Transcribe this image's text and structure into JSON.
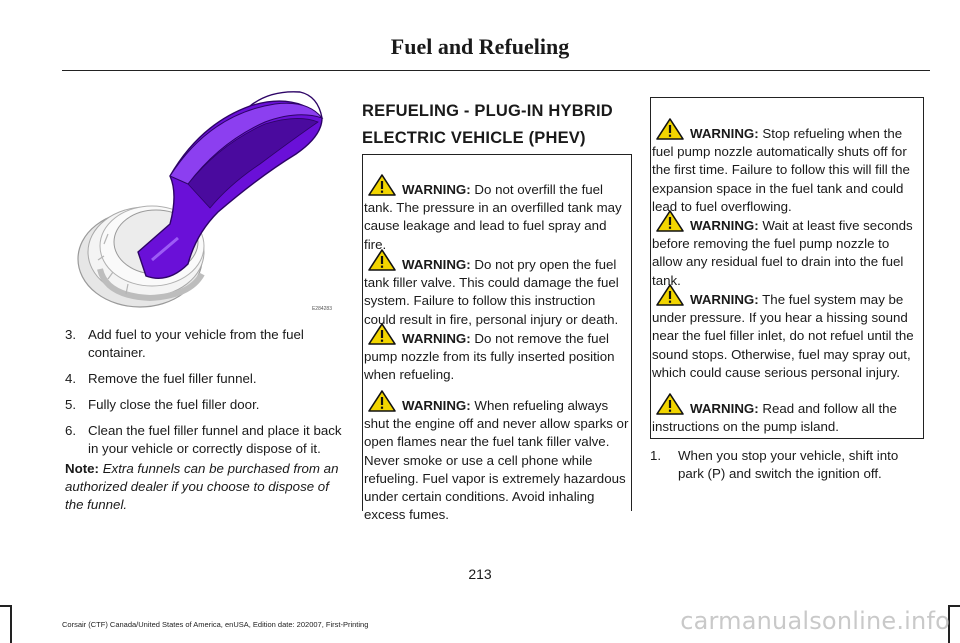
{
  "header": {
    "title": "Fuel and Refueling"
  },
  "figure": {
    "code": "E284283"
  },
  "steps": [
    {
      "number": "3.",
      "text": "Add fuel to your vehicle from the fuel container."
    },
    {
      "number": "4.",
      "text": "Remove the fuel filler funnel."
    },
    {
      "number": "5.",
      "text": "Fully close the fuel filler door."
    },
    {
      "number": "6.",
      "text": "Clean the fuel filler funnel and place it back in your vehicle or correctly dispose of it."
    }
  ],
  "note": {
    "label": "Note:",
    "text": "Extra funnels can be purchased from an authorized dealer if you choose to dispose of the funnel."
  },
  "section": {
    "heading": "REFUELING - PLUG-IN HYBRID ELECTRIC VEHICLE (PHEV)"
  },
  "warnings": [
    {
      "label": "WARNING:",
      "text": "Do not overfill the fuel tank. The pressure in an overfilled tank may cause leakage and lead to fuel spray and fire."
    },
    {
      "label": "WARNING:",
      "text": "Do not pry open the fuel tank filler valve. This could damage the fuel system. Failure to follow this instruction could result in fire, personal injury or death."
    },
    {
      "label": "WARNING:",
      "text": "Do not remove the fuel pump nozzle from its fully inserted position when refueling."
    },
    {
      "label": "WARNING:",
      "text": "When refueling always shut the engine off and never allow sparks or open flames near the fuel tank filler valve. Never smoke or use a cell phone while refueling. Fuel vapor is extremely hazardous under certain conditions. Avoid inhaling excess fumes."
    },
    {
      "label": "WARNING:",
      "text": "Stop refueling when the fuel pump nozzle automatically shuts off for the first time. Failure to follow this will fill the expansion space in the fuel tank and could lead to fuel overflowing."
    },
    {
      "label": "WARNING:",
      "text": "Wait at least five seconds before removing the fuel pump nozzle to allow any residual fuel to drain into the fuel tank."
    },
    {
      "label": "WARNING:",
      "text": "The fuel system may be under pressure. If you hear a hissing sound near the fuel filler inlet, do not refuel until the sound stops. Otherwise, fuel may spray out, which could cause serious personal injury."
    },
    {
      "label": "WARNING:",
      "text": "Read and follow all the instructions on the pump island."
    }
  ],
  "right_steps": [
    {
      "number": "1.",
      "text": "When you stop your vehicle, shift into park (P) and switch the ignition off."
    }
  ],
  "page_number": "213",
  "footer": "Corsair (CTF) Canada/United States of America, enUSA, Edition date: 202007, First-Printing",
  "watermark": "carmanualsonline.info",
  "colors": {
    "funnel": "#6a10d8",
    "funnel_dark": "#4a0a9e",
    "warning_icon": "#f2d500"
  }
}
